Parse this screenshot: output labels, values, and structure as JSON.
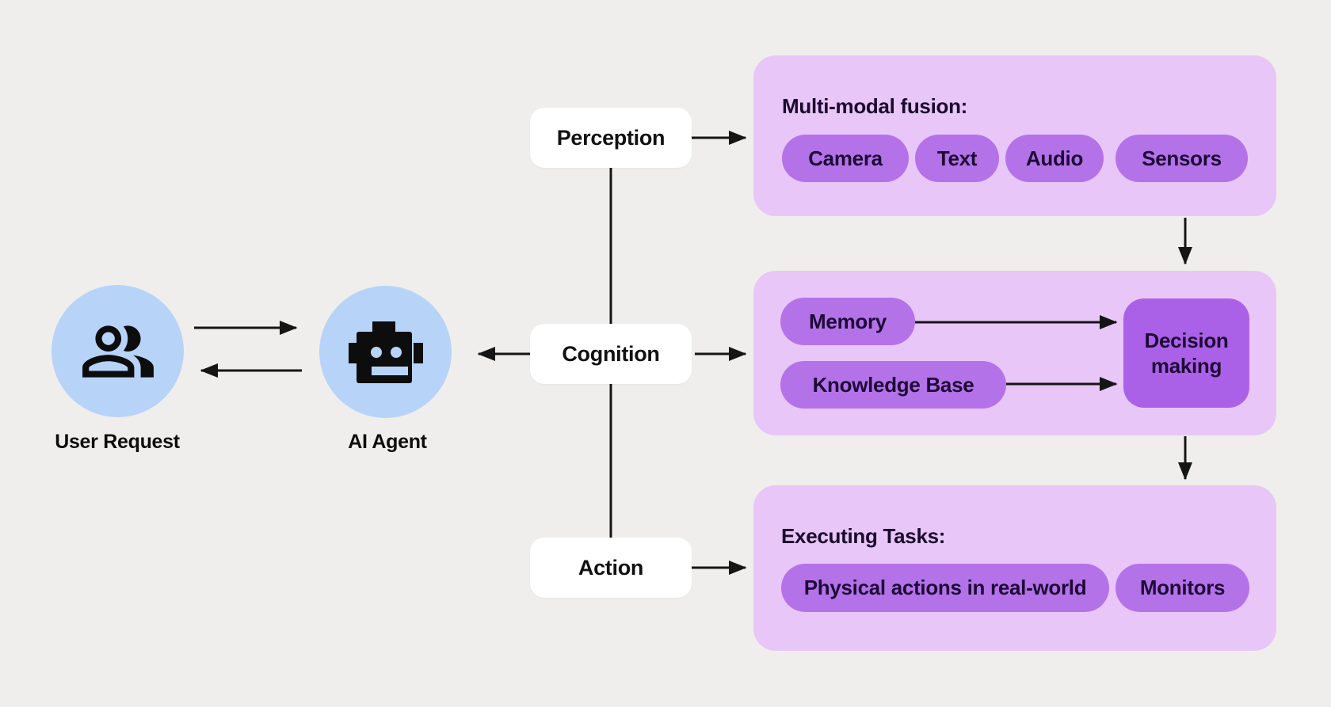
{
  "colors": {
    "background": "#efeeec",
    "panel": "#e9c6f8",
    "pill": "#b472e9",
    "decision_box": "#ab61e7",
    "actor_circle": "#b8d3f8",
    "stage_box": "#ffffff",
    "arrow": "#151515",
    "text_dark": "#0d0d0d",
    "text_on_purple": "#1d0935"
  },
  "actors": {
    "user": {
      "label": "User Request",
      "icon": "people-icon"
    },
    "agent": {
      "label": "AI Agent",
      "icon": "robot-icon"
    }
  },
  "stages": [
    {
      "id": "perception",
      "label": "Perception"
    },
    {
      "id": "cognition",
      "label": "Cognition"
    },
    {
      "id": "action",
      "label": "Action"
    }
  ],
  "panels": {
    "perception": {
      "heading": "Multi-modal fusion:",
      "pills": [
        "Camera",
        "Text",
        "Audio",
        "Sensors"
      ]
    },
    "cognition": {
      "pills": [
        "Memory",
        "Knowledge Base"
      ],
      "decision_label": "Decision making"
    },
    "action": {
      "heading": "Executing Tasks:",
      "pills": [
        "Physical actions in real-world",
        "Monitors"
      ]
    }
  }
}
